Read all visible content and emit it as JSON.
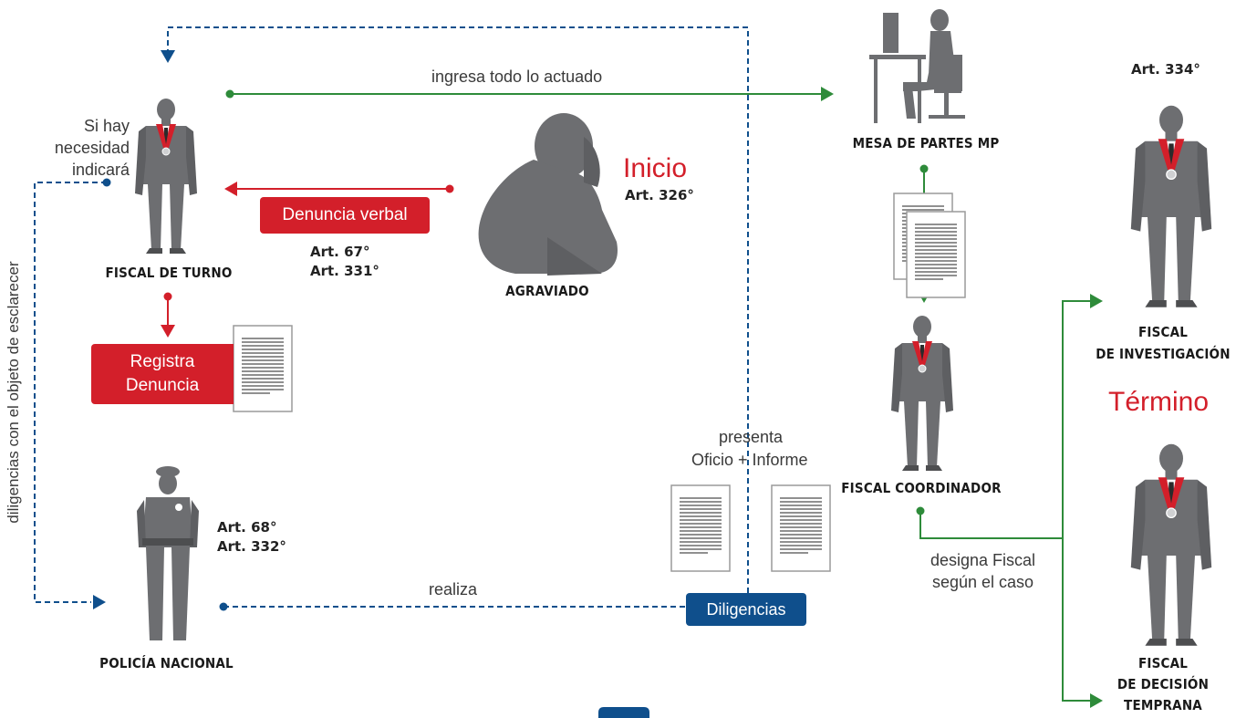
{
  "actors": {
    "fiscal_turno": "FISCAL DE TURNO",
    "agraviado": "AGRAVIADO",
    "policia": "POLICÍA NACIONAL",
    "mesa_partes": "MESA DE PARTES MP",
    "fiscal_coordinador": "FISCAL COORDINADOR",
    "fiscal_investigacion_1": "FISCAL",
    "fiscal_investigacion_2": "DE INVESTIGACIÓN",
    "fiscal_decision_1": "FISCAL",
    "fiscal_decision_2": "DE DECISIÓN",
    "fiscal_decision_3": "TEMPRANA"
  },
  "labels": {
    "ingresa": "ingresa todo lo actuado",
    "si_hay_1": "Si hay",
    "si_hay_2": "necesidad",
    "si_hay_3": "indicará",
    "diligencias_vertical": "diligencias con el objeto de esclarecer",
    "inicio": "Inicio",
    "art_326": "Art. 326°",
    "art_67": "Art. 67°",
    "art_331": "Art. 331°",
    "art_68": "Art. 68°",
    "art_332": "Art. 332°",
    "art_334": "Art. 334°",
    "termino": "Término",
    "presenta": "presenta",
    "oficio_informe": "Oficio +  Informe",
    "realiza": "realiza",
    "designa_1": "designa Fiscal",
    "designa_2": "según el caso"
  },
  "buttons": {
    "denuncia_verbal": "Denuncia verbal",
    "registra_1": "Registra",
    "registra_2": "Denuncia",
    "diligencias": "Diligencias"
  },
  "colors": {
    "red": "#d31f2a",
    "green": "#2e8b3a",
    "blue": "#0f4f8c",
    "figure": "#6d6e71"
  },
  "icons": {
    "person": "person-icon",
    "document": "document-icon",
    "medal": "medal-icon"
  }
}
